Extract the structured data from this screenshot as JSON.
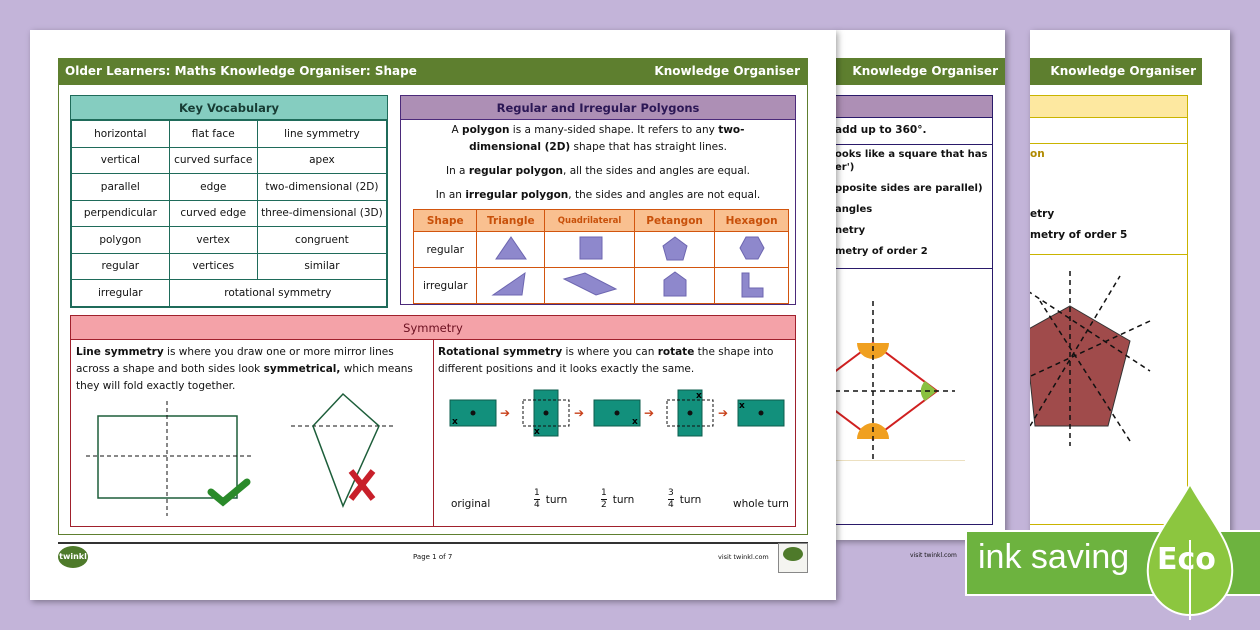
{
  "pages": {
    "page3": {
      "header": "Knowledge Organiser",
      "lines": [
        "on",
        "etry",
        "metry of order 5"
      ],
      "footer": "visit twinkl.com"
    },
    "page2": {
      "header": "Knowledge Organiser",
      "lines": [
        "add up to 360°.",
        "ooks like a square that has",
        "er')",
        "pposite sides are parallel)",
        "angles",
        "netry",
        "metry of order 2"
      ]
    },
    "page1": {
      "header_title": "Older Learners: Maths Knowledge Organiser: Shape",
      "header_right": "Knowledge Organiser",
      "vocab": {
        "title": "Key Vocabulary",
        "rows": [
          [
            "horizontal",
            "flat face",
            "line symmetry"
          ],
          [
            "vertical",
            "curved surface",
            "apex"
          ],
          [
            "parallel",
            "edge",
            "two-dimensional (2D)"
          ],
          [
            "perpendicular",
            "curved edge",
            "three-dimensional (3D)"
          ],
          [
            "polygon",
            "vertex",
            "congruent"
          ],
          [
            "regular",
            "vertices",
            "similar"
          ]
        ],
        "last_row": [
          "irregular",
          "rotational symmetry"
        ]
      },
      "polygons": {
        "title": "Regular and Irregular Polygons",
        "p1": [
          "A ",
          "polygon",
          " is a many-sided shape. It refers to any ",
          "two-dimensional (2D)",
          " shape that has straight lines."
        ],
        "p2": [
          "In a ",
          "regular polygon",
          ", all the sides and angles are equal."
        ],
        "p3": [
          "In an ",
          "irregular polygon",
          ", the sides and angles are not equal."
        ],
        "headers": [
          "Shape",
          "Triangle",
          "Quadrilateral",
          "Petangon",
          "Hexagon"
        ],
        "row_labels": [
          "regular",
          "irregular"
        ],
        "shape_color": "#8e88cc"
      },
      "symmetry": {
        "title": "Symmetry",
        "line": [
          "Line symmetry",
          " is where you draw one or more mirror lines across a shape and both sides look ",
          "symmetrical,",
          " which means they will fold exactly together."
        ],
        "rot": [
          "Rotational symmetry",
          " is where you can ",
          "rotate",
          " the shape into different positions and it looks exactly the same."
        ],
        "labels": {
          "original": "original",
          "q": "turn",
          "half": "turn",
          "tq": "turn",
          "whole": "whole turn"
        },
        "fractions": [
          [
            "1",
            "4"
          ],
          [
            "1",
            "2"
          ],
          [
            "3",
            "4"
          ]
        ],
        "shape_color": "#12907c"
      },
      "footer": {
        "page": "Page 1 of 7",
        "site": "visit twinkl.com",
        "logo": "twinkl"
      }
    }
  },
  "eco_badge": {
    "text": "ink saving",
    "eco": "Eco",
    "color": "#6db33f"
  }
}
